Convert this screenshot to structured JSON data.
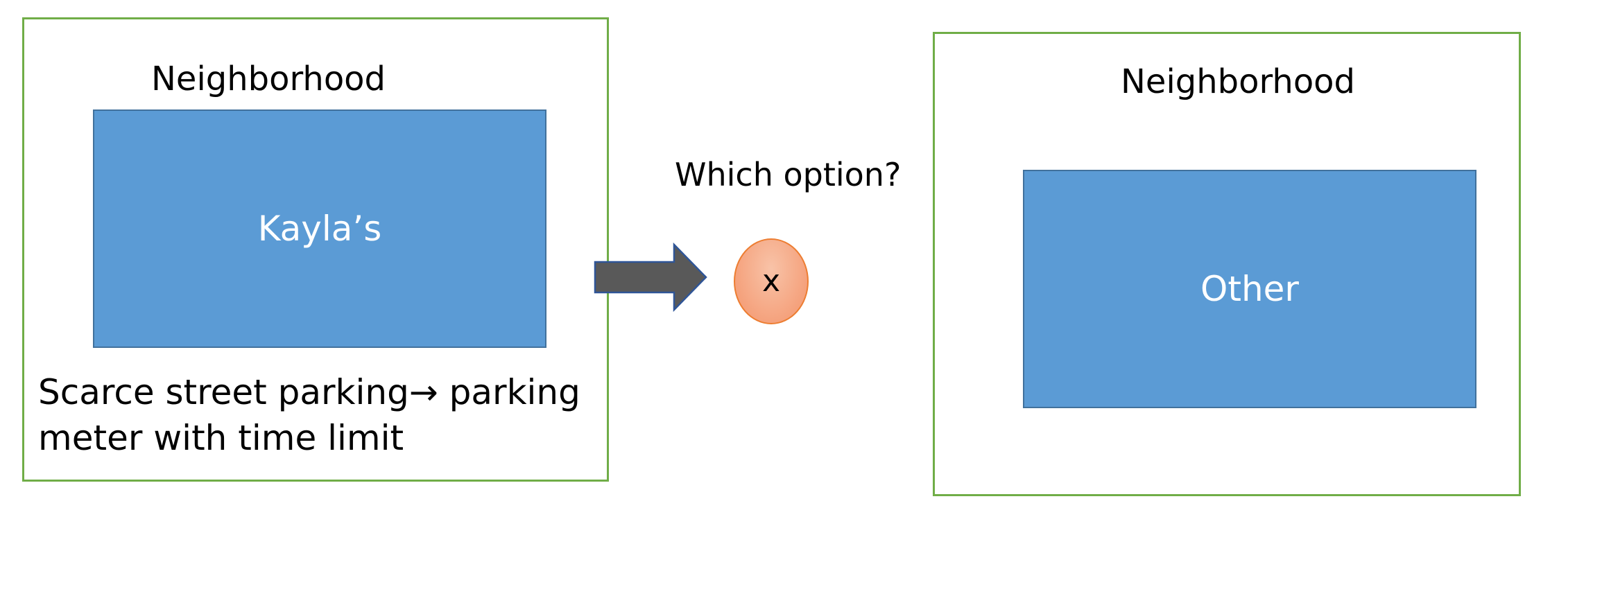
{
  "left_neighborhood": {
    "title": "Neighborhood",
    "house_label": "Kayla’s",
    "note_line1": "Scarce street parking",
    "note_arrow": "→",
    "note_line1_rest": " parking",
    "note_line2": "meter with time limit"
  },
  "right_neighborhood": {
    "title": "Neighborhood",
    "house_label": "Other"
  },
  "question": {
    "label": "Which option?",
    "node_label": "x"
  },
  "colors": {
    "neighborhood_border": "#70ad47",
    "house_fill": "#5b9bd5",
    "house_border": "#41719c",
    "arrow_fill": "#595959",
    "arrow_border": "#2f5597",
    "node_fill": "#f5a27d",
    "node_border": "#ed7d31"
  }
}
